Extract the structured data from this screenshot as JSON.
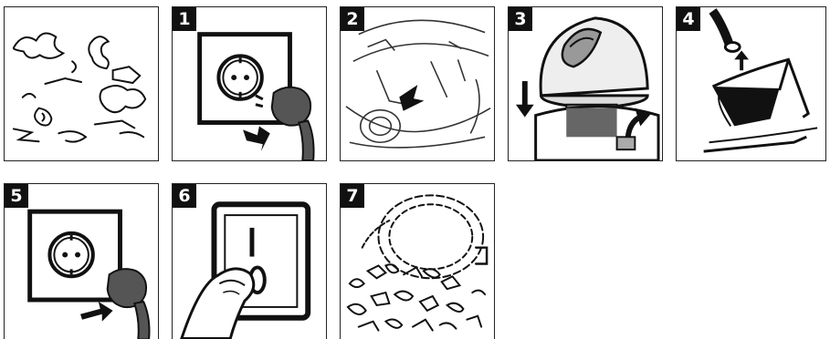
{
  "steps": [
    {
      "number": "",
      "depicts": "scattered-debris"
    },
    {
      "number": "1",
      "depicts": "unplug-from-socket"
    },
    {
      "number": "2",
      "depicts": "open-container"
    },
    {
      "number": "3",
      "depicts": "lift-motor-head"
    },
    {
      "number": "4",
      "depicts": "empty-dust-container"
    },
    {
      "number": "5",
      "depicts": "plug-into-socket"
    },
    {
      "number": "6",
      "depicts": "press-power-switch"
    },
    {
      "number": "7",
      "depicts": "vacuum-debris"
    }
  ]
}
